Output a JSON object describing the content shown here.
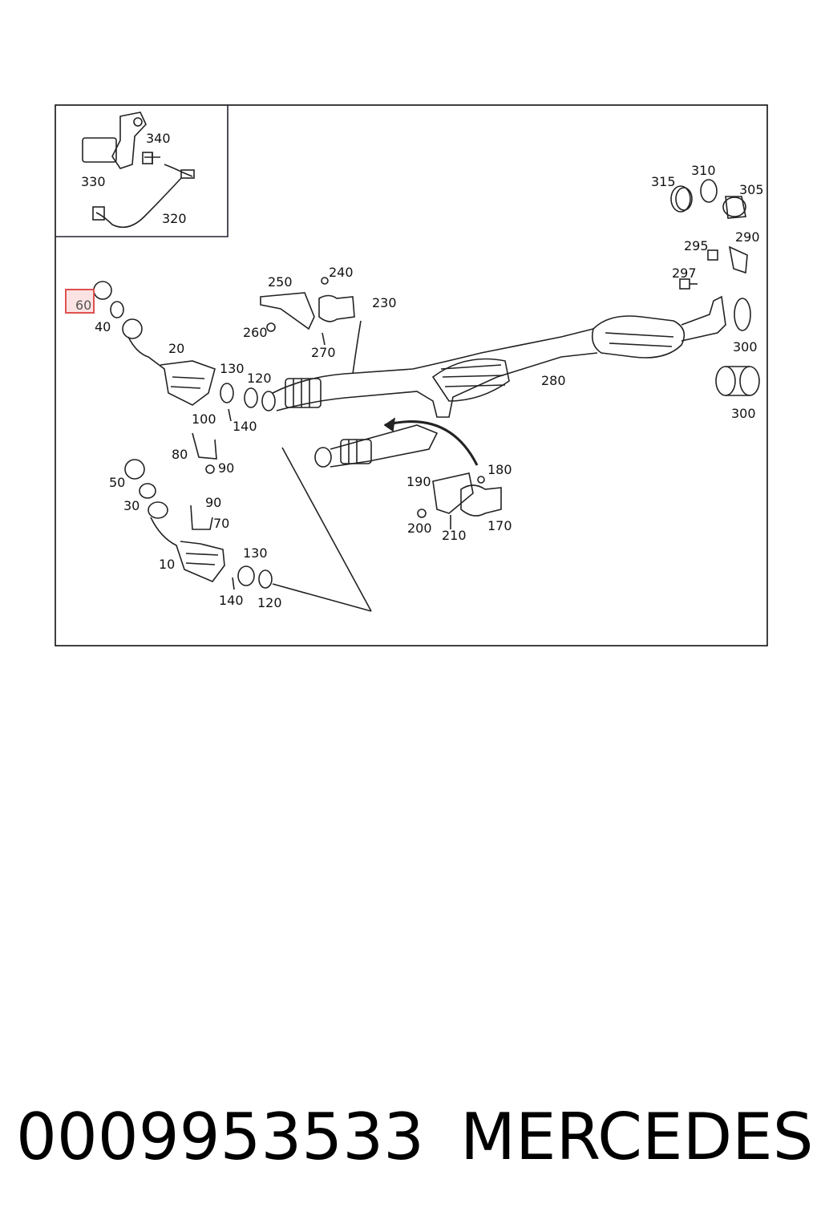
{
  "diagram": {
    "inset_labels": [
      "340",
      "330",
      "320"
    ],
    "part_labels": [
      "315",
      "310",
      "305",
      "295",
      "290",
      "297",
      "300",
      "300",
      "250",
      "240",
      "230",
      "260",
      "270",
      "280",
      "40",
      "20",
      "130",
      "120",
      "100",
      "140",
      "80",
      "90",
      "50",
      "30",
      "90",
      "70",
      "10",
      "130",
      "140",
      "120",
      "190",
      "180",
      "200",
      "210",
      "170"
    ],
    "highlighted_label": "60",
    "highlight_color": "#e05050"
  },
  "footer": {
    "part_number": "0009953533",
    "brand": "MERCEDES"
  }
}
